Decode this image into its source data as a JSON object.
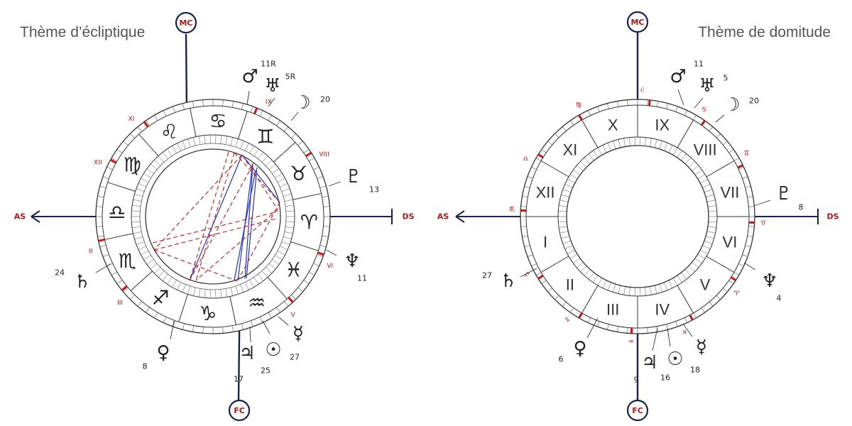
{
  "titles": {
    "left": "Thème d’écliptique",
    "right": "Thème de domitude"
  },
  "angle_labels": {
    "mc": "MC",
    "fc": "FC",
    "as": "AS",
    "ds": "DS"
  },
  "colors": {
    "house_red": "#cc1111",
    "navy": "#1a2050",
    "blue_aspect": "#1f2fd6",
    "red_aspect": "#c0181a",
    "glyph": "#222222"
  },
  "left_chart": {
    "signs": [
      {
        "glyph": "♌",
        "name": "leo"
      },
      {
        "glyph": "♋",
        "name": "cancer"
      },
      {
        "glyph": "♊",
        "name": "gemini"
      },
      {
        "glyph": "♉",
        "name": "taurus"
      },
      {
        "glyph": "♈",
        "name": "aries"
      },
      {
        "glyph": "♓",
        "name": "pisces"
      },
      {
        "glyph": "♒",
        "name": "aquarius"
      },
      {
        "glyph": "♑",
        "name": "capricorn"
      },
      {
        "glyph": "♐",
        "name": "sagittarius"
      },
      {
        "glyph": "♏",
        "name": "scorpio"
      },
      {
        "glyph": "♎",
        "name": "libra"
      },
      {
        "glyph": "♍",
        "name": "virgo"
      }
    ],
    "house_labels": [
      "IX",
      "VIII",
      "VI",
      "V",
      "III",
      "II",
      "XII",
      "XI"
    ],
    "planets": [
      {
        "name": "mars",
        "glyph": "♂",
        "label": "11R"
      },
      {
        "name": "uranus",
        "glyph": "♅",
        "label": "5R"
      },
      {
        "name": "moon",
        "glyph": "☽",
        "label": "20"
      },
      {
        "name": "pluto",
        "glyph": "♇",
        "label": "13"
      },
      {
        "name": "neptune",
        "glyph": "♆",
        "label": "11"
      },
      {
        "name": "mercury",
        "glyph": "☿",
        "label": ""
      },
      {
        "name": "sun",
        "glyph": "☉",
        "label": "27"
      },
      {
        "name": "jupiter",
        "glyph": "♃",
        "label": "25"
      },
      {
        "name": "mc-degree",
        "glyph": "",
        "label": "17"
      },
      {
        "name": "venus",
        "glyph": "♀",
        "label": "8"
      },
      {
        "name": "saturn",
        "glyph": "♄",
        "label": "24"
      }
    ]
  },
  "right_chart": {
    "houses": [
      "IX",
      "VIII",
      "VII",
      "VI",
      "V",
      "IV",
      "III",
      "II",
      "I",
      "XII",
      "XI",
      "X"
    ],
    "sign_markers": [
      "♌",
      "♋",
      "♊",
      "♉",
      "♈",
      "♓",
      "♒",
      "♑",
      "♐",
      "♏",
      "♎",
      "♍"
    ],
    "planets": [
      {
        "name": "mars",
        "glyph": "♂",
        "label": "11"
      },
      {
        "name": "uranus",
        "glyph": "♅",
        "label": "5"
      },
      {
        "name": "moon",
        "glyph": "☽",
        "label": "20"
      },
      {
        "name": "pluto",
        "glyph": "♇",
        "label": "8"
      },
      {
        "name": "neptune",
        "glyph": "♆",
        "label": "4"
      },
      {
        "name": "mercury",
        "glyph": "☿",
        "label": ""
      },
      {
        "name": "sun",
        "glyph": "☉",
        "label": "18"
      },
      {
        "name": "jupiter",
        "glyph": "♃",
        "label": "16"
      },
      {
        "name": "mc-degree",
        "glyph": "",
        "label": "9"
      },
      {
        "name": "venus",
        "glyph": "♀",
        "label": "6"
      },
      {
        "name": "saturn",
        "glyph": "♄",
        "label": "27"
      }
    ]
  }
}
